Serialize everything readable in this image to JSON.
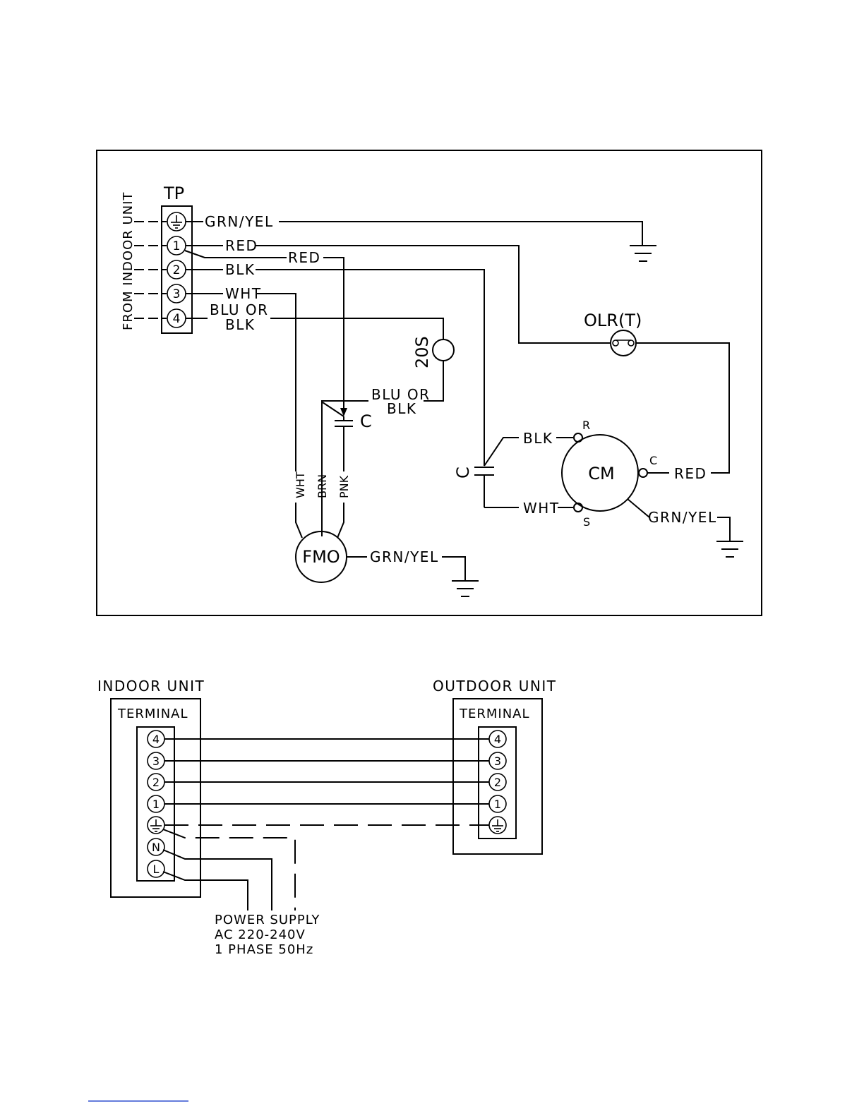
{
  "schematic": {
    "tp_label": "TP",
    "from_indoor_label": "FROM INDOOR UNIT",
    "terminals": [
      "1",
      "2",
      "3",
      "4"
    ],
    "wires": {
      "ground": "GRN/YEL",
      "t1_red_a": "RED",
      "t1_red_b": "RED",
      "t2_blk": "BLK",
      "t3_wht": "WHT",
      "t4_line1": "BLU OR",
      "t4_line2": "BLK"
    },
    "valve_label": "20S",
    "fan_cap": {
      "label": "C",
      "blu_or": "BLU OR",
      "blk": "BLK"
    },
    "fan_motor": {
      "label": "FMO",
      "leads": [
        "WHT",
        "BRN",
        "PNK"
      ],
      "ground": "GRN/YEL"
    },
    "overload_label": "OLR(T)",
    "compressor": {
      "label": "CM",
      "terminal_r": "R",
      "terminal_c": "C",
      "terminal_s": "S",
      "blk": "BLK",
      "wht": "WHT",
      "red": "RED",
      "ground": "GRN/YEL"
    },
    "comp_cap_label": "C"
  },
  "connection": {
    "indoor_title": "INDOOR UNIT",
    "outdoor_title": "OUTDOOR UNIT",
    "terminal_label": "TERMINAL",
    "indoor_terminals": [
      "4",
      "3",
      "2",
      "1",
      "N",
      "L"
    ],
    "outdoor_terminals": [
      "4",
      "3",
      "2",
      "1"
    ],
    "power_supply": [
      "POWER SUPPLY",
      "AC 220-240V",
      "1 PHASE 50Hz"
    ]
  }
}
